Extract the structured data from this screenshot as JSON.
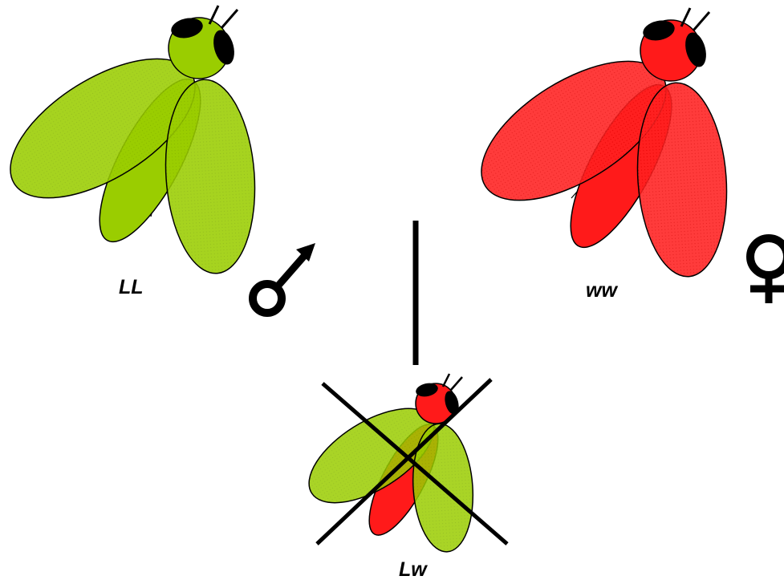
{
  "colors": {
    "green": "#9acd00",
    "red": "#ff1a1a",
    "outline": "#000000",
    "background": "#ffffff"
  },
  "flies": {
    "male": {
      "genotype": "LL",
      "color": "green",
      "sex_symbol": "male-symbol"
    },
    "female": {
      "genotype": "ww",
      "color": "red",
      "sex_symbol": "female-symbol"
    },
    "offspring": {
      "genotype": "Lw",
      "body_color": "red",
      "wing_color": "green",
      "crossed_out": true
    }
  }
}
